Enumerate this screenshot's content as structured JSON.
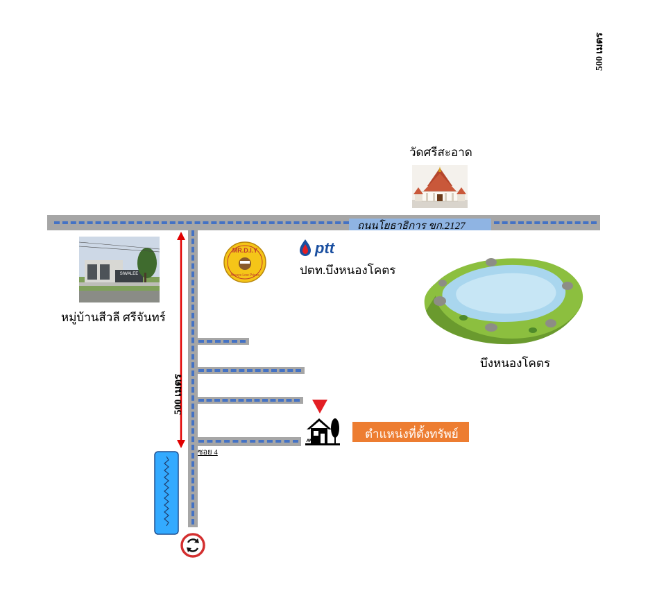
{
  "distance_top": "500 เมตร",
  "temple": {
    "name": "วัดศรีสะอาด"
  },
  "main_road": {
    "name": "ถนนโยธาธิการ ขก.2127"
  },
  "village": {
    "name": "หมู่บ้านสีวลี ศรีจันทร์",
    "sign_text": "SIWALEE"
  },
  "store_logo": {
    "top_text": "MR.D.I.Y",
    "bottom_text": "Always Low Prices"
  },
  "gas_station": {
    "brand": "ptt",
    "name": "ปตท.บึงหนองโคตร"
  },
  "lake": {
    "name": "บึงหนองโคตร"
  },
  "distance_side": "500 เมตร",
  "soi": {
    "name": "ซอย 4"
  },
  "property": {
    "label": "ตำแหน่งที่ตั้งทรัพย์"
  },
  "colors": {
    "road": "#a6a6a6",
    "road_dash": "#4472c4",
    "distance_arrow": "#e00000",
    "marker": "#e31e24",
    "label_bg": "#ed7d31",
    "canal": "#33aaff"
  }
}
